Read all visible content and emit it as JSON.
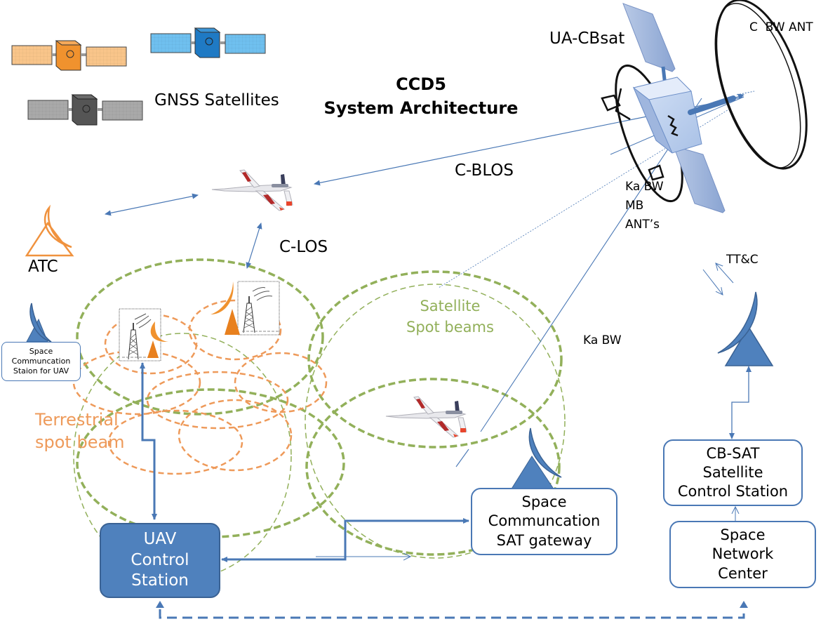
{
  "title": {
    "line1": "CCD5",
    "line2": "System Architecture"
  },
  "labels": {
    "gnss": "GNSS Satellites",
    "ua_cbsat": "UA-CBsat",
    "c_bw_ant": "C  BW ANT",
    "ka_bw_mb": [
      "Ka BW",
      "MB",
      "ANT’s"
    ],
    "c_blos": "C-BLOS",
    "c_los": "C-LOS",
    "atc": "ATC",
    "ka_bw": "Ka BW",
    "ttc": "TT&C",
    "satellite_spot_beams": [
      "Satellite",
      "Spot beams"
    ],
    "terrestrial_spot_beam": [
      "Terrestrial",
      "spot beam"
    ]
  },
  "boxes": {
    "space_comm_uav": [
      "Space",
      "Communcation",
      "Staion for UAV"
    ],
    "uav_control": [
      "UAV",
      "Control",
      "Station"
    ],
    "sat_gateway": [
      "Space",
      "Communcation",
      "SAT gateway"
    ],
    "cbsat_control": [
      "CB-SAT",
      "Satellite",
      "Control Station"
    ],
    "network_center": [
      "Space",
      "Network",
      "Center"
    ]
  },
  "gnss_satellites": [
    {
      "name": "orange",
      "body": "#f0922e",
      "panel": "#f9c58a"
    },
    {
      "name": "blue",
      "body": "#1f7ac4",
      "panel": "#6fc0ef"
    },
    {
      "name": "gray",
      "body": "#555555",
      "panel": "#a9a9a9"
    }
  ],
  "colors": {
    "link_blue": "#4a78b5",
    "station_blue": "#4f81bd",
    "terrestrial_orange": "#ee9a5a",
    "satellite_green": "#92b05a",
    "atc_orange": "#f0923e",
    "sat_panel": "#9db4dc"
  }
}
